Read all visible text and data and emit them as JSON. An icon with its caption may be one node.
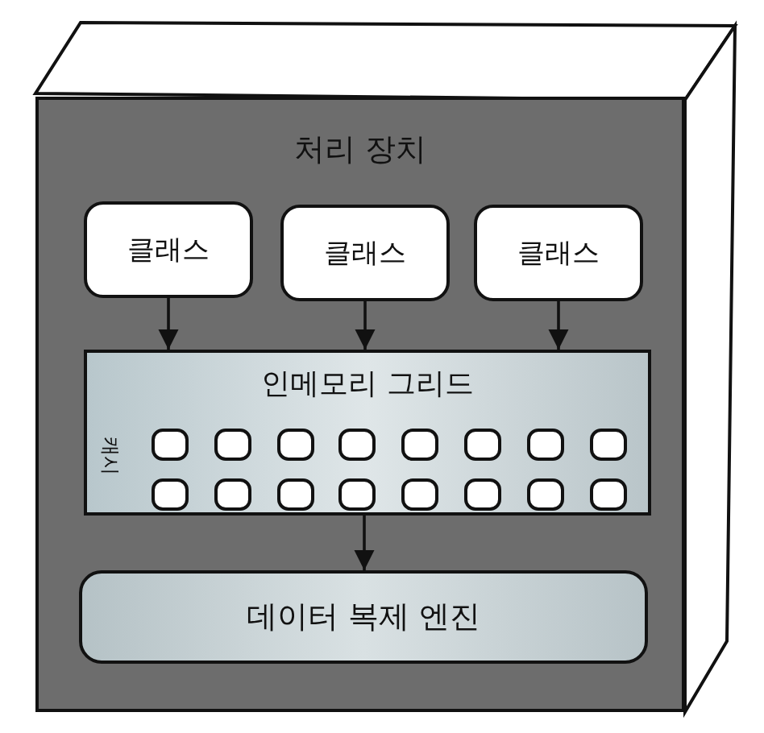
{
  "diagram": {
    "nodes": [
      {
        "text": [
          "처리 장치"
        ]
      },
      {
        "text": [
          "클래스"
        ],
        "in": 0
      },
      {
        "text": [
          "클래스"
        ],
        "in": 0
      },
      {
        "text": [
          "클래스"
        ],
        "in": 0
      },
      {
        "text": [
          "인메모리 그리드",
          "캐시"
        ],
        "in": 0
      },
      {
        "text": [],
        "shape": "box",
        "in": 4
      },
      {
        "text": [],
        "shape": "box",
        "in": 4
      },
      {
        "text": [],
        "shape": "box",
        "in": 4
      },
      {
        "text": [],
        "shape": "box",
        "in": 4
      },
      {
        "text": [],
        "shape": "box",
        "in": 4
      },
      {
        "text": [],
        "shape": "box",
        "in": 4
      },
      {
        "text": [],
        "shape": "box",
        "in": 4
      },
      {
        "text": [],
        "shape": "box",
        "in": 4
      },
      {
        "text": [],
        "shape": "box",
        "in": 4
      },
      {
        "text": [],
        "shape": "box",
        "in": 4
      },
      {
        "text": [],
        "shape": "box",
        "in": 4
      },
      {
        "text": [],
        "shape": "box",
        "in": 4
      },
      {
        "text": [],
        "shape": "box",
        "in": 4
      },
      {
        "text": [],
        "shape": "box",
        "in": 4
      },
      {
        "text": [],
        "shape": "box",
        "in": 4
      },
      {
        "text": [],
        "shape": "box",
        "in": 4
      },
      {
        "text": [
          "데이터 복제 엔진"
        ],
        "in": 0
      }
    ],
    "edges": [
      {
        "from": 1,
        "to": 4,
        "arrow": "to"
      },
      {
        "from": 2,
        "to": 4,
        "arrow": "to"
      },
      {
        "from": 3,
        "to": 4,
        "arrow": "to"
      },
      {
        "from": 4,
        "to": 21,
        "arrow": "to"
      }
    ]
  }
}
